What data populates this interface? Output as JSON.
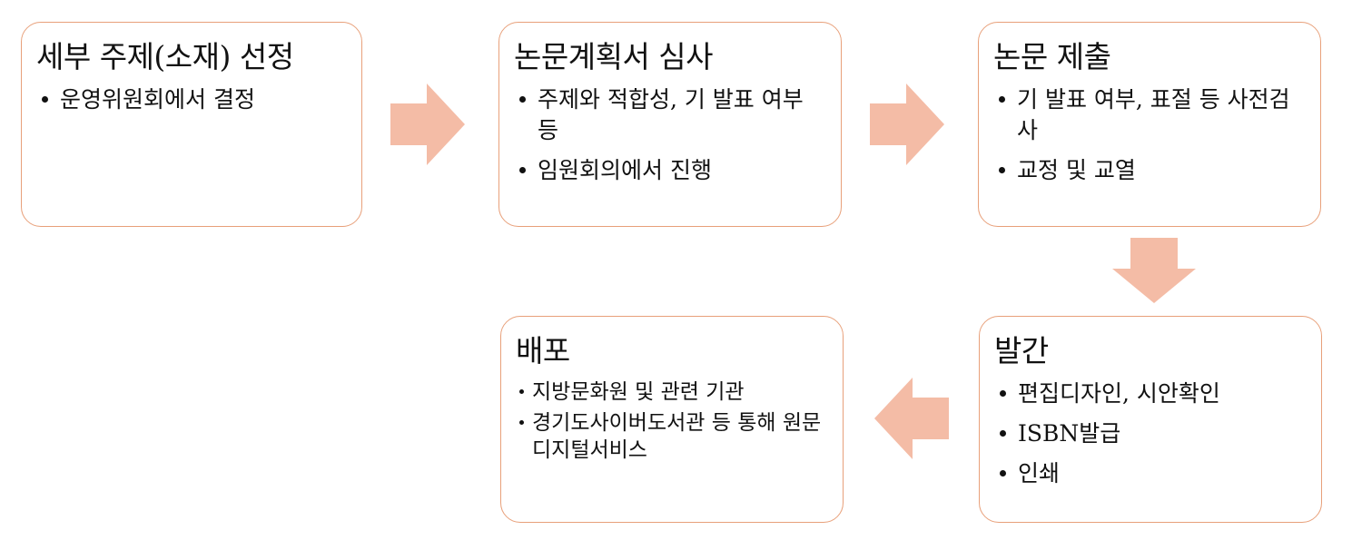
{
  "steps": [
    {
      "title": "세부 주제(소재) 선정",
      "items": [
        "운영위원회에서  결정"
      ]
    },
    {
      "title": "논문계획서 심사",
      "items": [
        "주제와 적합성, 기 발표 여부 등",
        "임원회의에서 진행"
      ]
    },
    {
      "title": "논문 제출",
      "items": [
        "기 발표 여부, 표절 등 사전검사",
        "교정 및 교열"
      ]
    },
    {
      "title": "발간",
      "items": [
        "편집디자인, 시안확인",
        "ISBN발급",
        "인쇄"
      ]
    },
    {
      "title": "배포",
      "items": [
        "지방문화원 및 관련 기관",
        "경기도사이버도서관 등 통해 원문디지털서비스"
      ]
    }
  ],
  "colors": {
    "box_border": "#e8a07a",
    "arrow_fill": "#f4bca6"
  },
  "arrows": [
    "right-arrow",
    "right-arrow",
    "down-arrow",
    "left-arrow"
  ]
}
